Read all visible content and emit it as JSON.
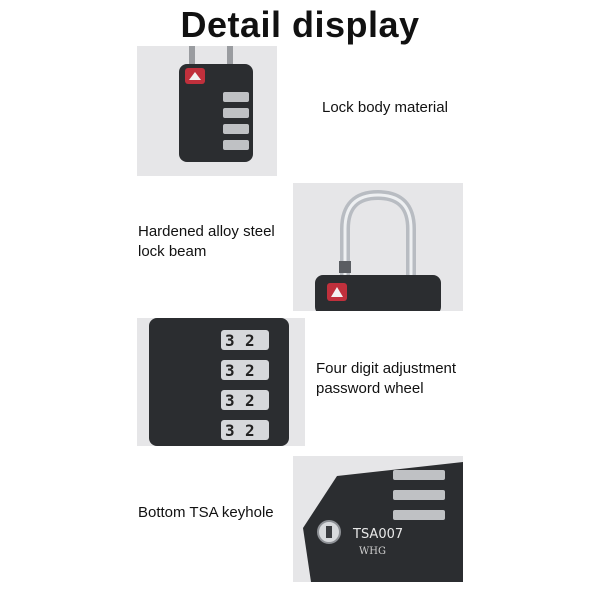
{
  "page": {
    "title": "Detail display"
  },
  "details": [
    {
      "lines": [
        "Lock body material"
      ]
    },
    {
      "lines": [
        "Hardened alloy steel",
        "lock beam"
      ]
    },
    {
      "lines": [
        "Four digit adjustment",
        "password wheel"
      ]
    },
    {
      "lines": [
        "Bottom TSA keyhole"
      ]
    }
  ],
  "engraving": {
    "model": "TSA007",
    "brand": "WHG"
  },
  "dial_digits": [
    "3",
    "2"
  ],
  "colors": {
    "panel_bg": "#e6e6e8",
    "lock_body": "#2b2d30",
    "tsa_badge": "#c0303c"
  }
}
